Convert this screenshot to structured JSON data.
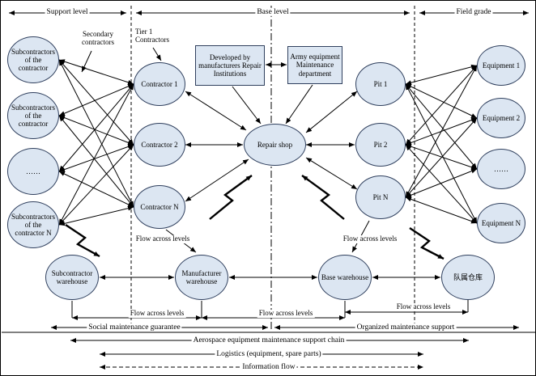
{
  "colors": {
    "node_fill": "#dce6f2",
    "line": "#000000"
  },
  "header": {
    "support_level": "Support level",
    "base_level": "Base level",
    "field_grade": "Field grade"
  },
  "annotations": {
    "secondary_contractors": "Secondary contractors",
    "tier1_contractors": "Tier 1 Contractors",
    "flow_across_levels": "Flow across levels"
  },
  "nodes": {
    "sub1": "Subcontractors of the contractor",
    "sub2": "Subcontractors of the contractor",
    "sub_dots": "……",
    "subN": "Subcontractors of the contractor N",
    "contractor1": "Contractor 1",
    "contractor2": "Contractor 2",
    "contractorN": "Contractor N",
    "repair_institutions": "Developed by manufacturers Repair Institutions",
    "army_maintenance": "Army equipment Maintenance department",
    "repair_shop": "Repair shop",
    "pit1": "Pit 1",
    "pit2": "Pit 2",
    "pitN": "Pit N",
    "equipment1": "Equipment 1",
    "equipment2": "Equipment 2",
    "equipment_dots": "……",
    "equipmentN": "Equipment N",
    "wh_subcontractor": "Subcontractor warehouse",
    "wh_manufacturer": "Manufacturer warehouse",
    "wh_base": "Base warehouse",
    "wh_unit": "队属仓库"
  },
  "footer": {
    "social": "Social maintenance guarantee",
    "organized": "Organized maintenance support",
    "chain": "Aerospace equipment maintenance support chain",
    "logistics": "Logistics (equipment, spare parts)",
    "information": "Information flow"
  }
}
